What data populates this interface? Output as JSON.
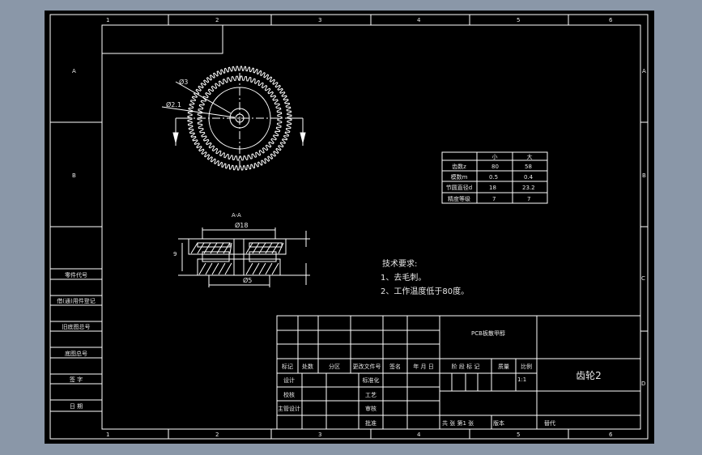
{
  "zones": {
    "cols": [
      "1",
      "2",
      "3",
      "4",
      "5",
      "6"
    ],
    "rows": [
      "A",
      "B",
      "C",
      "D"
    ]
  },
  "left_column": [
    "零件代号",
    "借(通)用件登记",
    "旧底图总号",
    "底图总号",
    "签  字",
    "日  期"
  ],
  "views": {
    "section_label": "A-A",
    "dia_outer": "Ø18",
    "dia_inner": "Ø5",
    "height": "9",
    "leader_1": "Ø3",
    "leader_2": "Ø2.1"
  },
  "gear_table": {
    "headers": [
      "",
      "小",
      "大"
    ],
    "rows": [
      [
        "齿数z",
        "80",
        "58"
      ],
      [
        "模数m",
        "0.5",
        "0.4"
      ],
      [
        "节圆直径d",
        "18",
        "23.2"
      ],
      [
        "精度等级",
        "7",
        "7"
      ]
    ]
  },
  "tech_req": {
    "title": "技术要求:",
    "items": [
      "1、去毛刺。",
      "2、工作温度低于80度。"
    ]
  },
  "title_block": {
    "headers": [
      "标记",
      "处数",
      "分区",
      "更改文件号",
      "签名",
      "年 月 日"
    ],
    "left_labels": [
      "设计",
      "校核",
      "主管设计"
    ],
    "mid_labels": [
      "标准化",
      "工艺",
      "审核",
      "批准"
    ],
    "material": "PCB板散甲醇",
    "stage_label": "阶 段 标 记",
    "mass_label": "质量",
    "scale_label": "比例",
    "scale": "1:1",
    "sheet_info": "共  张  第1 张",
    "version_label": "版本",
    "replace_label": "替代",
    "part_name": "齿轮2"
  }
}
